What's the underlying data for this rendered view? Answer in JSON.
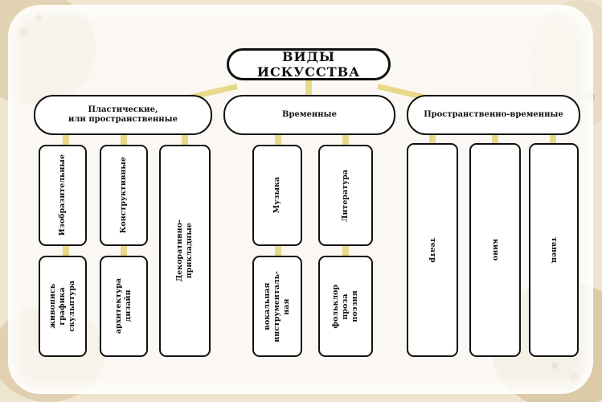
{
  "title": "ВИДЫ ИСКУССТВА",
  "categories": [
    {
      "label": "Пластические,\nили пространственные",
      "columns": [
        {
          "top": "Изобразительные",
          "bottom": "живопись\nграфика\nскульптура"
        },
        {
          "top": "Конструктивные",
          "bottom": "архитектура\nдизайн"
        },
        {
          "single": "Декоративно-\nприкладные"
        }
      ]
    },
    {
      "label": "Временные",
      "columns": [
        {
          "top": "Музыка",
          "bottom": "вокальная\nинструменталь-\nная"
        },
        {
          "top": "Литература",
          "bottom": "фольклор\nпроза\nпоэзия"
        }
      ]
    },
    {
      "label": "Пространственно-временные",
      "columns": [
        {
          "single": "театр"
        },
        {
          "single": "кино"
        },
        {
          "single": "танец"
        }
      ]
    }
  ],
  "colors": {
    "connector": "#e8d98a",
    "box_border": "#111111",
    "box_fill": "#ffffff"
  }
}
